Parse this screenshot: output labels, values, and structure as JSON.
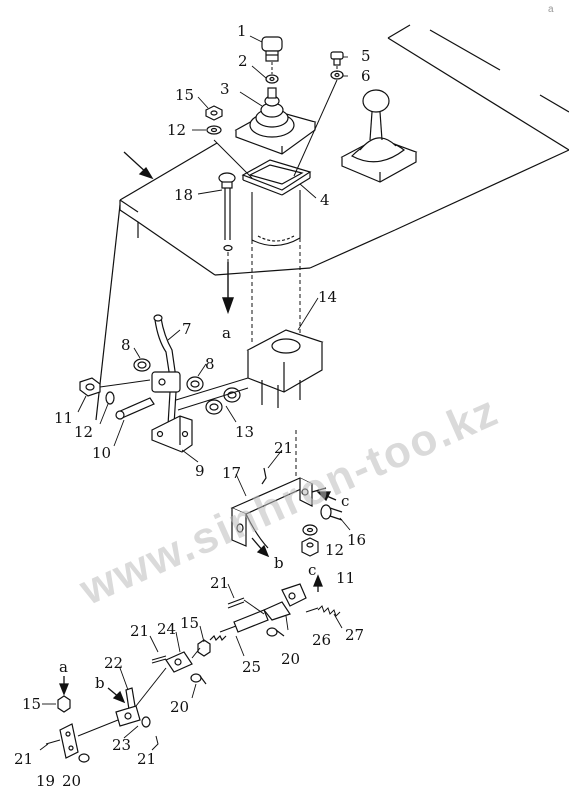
{
  "watermark": "www.sinhron-too.kz",
  "corner_mark": "a",
  "labels": {
    "l1": "1",
    "l2": "2",
    "l3": "3",
    "l4": "4",
    "l5": "5",
    "l6": "6",
    "l7": "7",
    "l8a": "8",
    "l8b": "8",
    "l9": "9",
    "l10": "10",
    "l11a": "11",
    "l11b": "11",
    "l12a": "12",
    "l12b": "12",
    "l12c": "12",
    "l13": "13",
    "l14": "14",
    "l15a": "15",
    "l15b": "15",
    "l15c": "15",
    "l16": "16",
    "l17": "17",
    "l18": "18",
    "l19": "19",
    "l20a": "20",
    "l20b": "20",
    "l20c": "20",
    "l21a": "21",
    "l21b": "21",
    "l21c": "21",
    "l21d": "21",
    "l21e": "21",
    "l22": "22",
    "l23": "23",
    "l24": "24",
    "l25": "25",
    "l26": "26",
    "l27": "27"
  },
  "refs": {
    "a1": "a",
    "a2": "a",
    "b1": "b",
    "b2": "b",
    "c1": "c",
    "c2": "c"
  }
}
